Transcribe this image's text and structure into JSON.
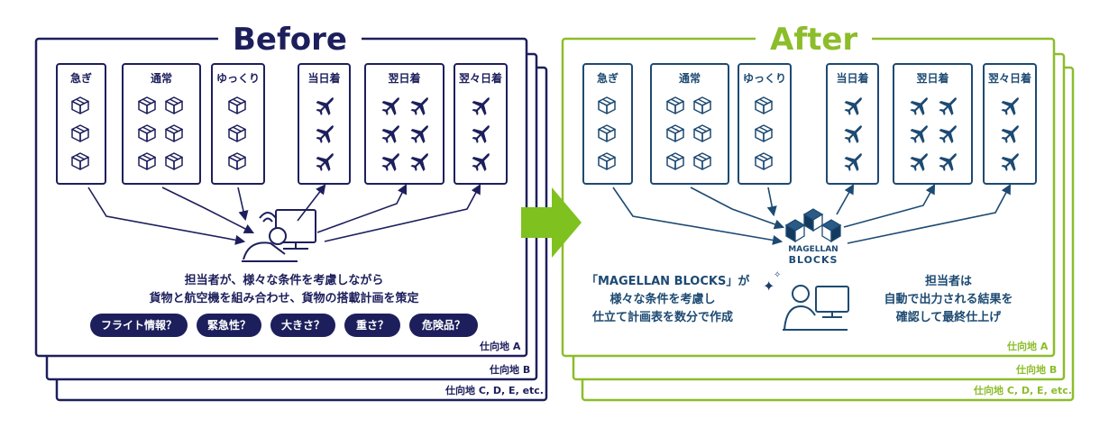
{
  "before": {
    "title": "Before",
    "color": "#1d1f5c",
    "categories": [
      "急ぎ",
      "通常",
      "ゆっくり",
      "当日着",
      "翌日着",
      "翌々日着"
    ],
    "description_lines": [
      "担当者が、様々な条件を考慮しながら",
      "貨物と航空機を組み合わせ、貨物の搭載計画を策定"
    ],
    "tags": [
      "フライト情報？",
      "緊急性？",
      "大きさ？",
      "重さ？",
      "危険品？"
    ],
    "stack_labels": [
      "仕向地 A",
      "仕向地 B",
      "仕向地 C, D, E, etc."
    ]
  },
  "after": {
    "title": "After",
    "color": "#8cbd2a",
    "icon_color": "#1d4a72",
    "categories": [
      "急ぎ",
      "通常",
      "ゆっくり",
      "当日着",
      "翌日着",
      "翌々日着"
    ],
    "logo_lines": [
      "MAGELLAN",
      "BLOCKS"
    ],
    "left_description_lines": [
      "「MAGELLAN BLOCKS」が",
      "様々な条件を考慮し",
      "仕立て計画表を数分で作成"
    ],
    "right_description_lines": [
      "担当者は",
      "自動で出力される結果を",
      "確認して最終仕上げ"
    ],
    "stack_labels": [
      "仕向地 A",
      "仕向地 B",
      "仕向地 C, D, E, etc."
    ]
  },
  "transition_arrow_color": "#7fc11f",
  "icons": {
    "package": "package-box-icon",
    "plane": "airplane-icon",
    "stressed_worker": "stressed-worker-at-computer-icon",
    "relaxed_worker": "worker-at-computer-icon",
    "logo": "magellan-blocks-logo-icon",
    "sparkle": "sparkle-icon"
  }
}
